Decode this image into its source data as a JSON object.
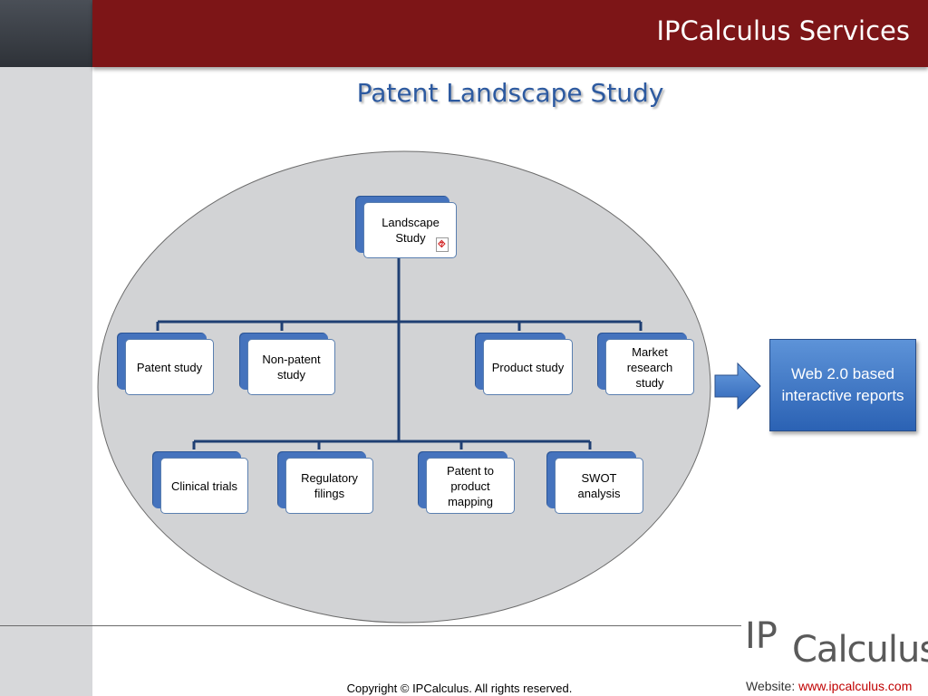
{
  "header": {
    "title": "IPCalculus Services"
  },
  "slide": {
    "title": "Patent Landscape Study"
  },
  "diagram": {
    "root": "Landscape Study",
    "level1": [
      "Patent study",
      "Non-patent study",
      "Product study",
      "Market research study"
    ],
    "level2": [
      "Clinical trials",
      "Regulatory filings",
      "Patent to product mapping",
      "SWOT analysis"
    ],
    "output": "Web 2.0 based interactive reports",
    "root_icon": "pdf-icon"
  },
  "footer": {
    "copyright": "Copyright © IPCalculus. All rights reserved.",
    "website_label": "Website: ",
    "website_url": "www.ipcalculus.com",
    "logo_ip": "IP",
    "logo_rest": "Calculus"
  },
  "colors": {
    "header": "#7d1517",
    "title": "#2d5aa0",
    "node_accent": "#4573bd",
    "connector": "#1f3f73",
    "ellipse": "#d2d3d5"
  }
}
